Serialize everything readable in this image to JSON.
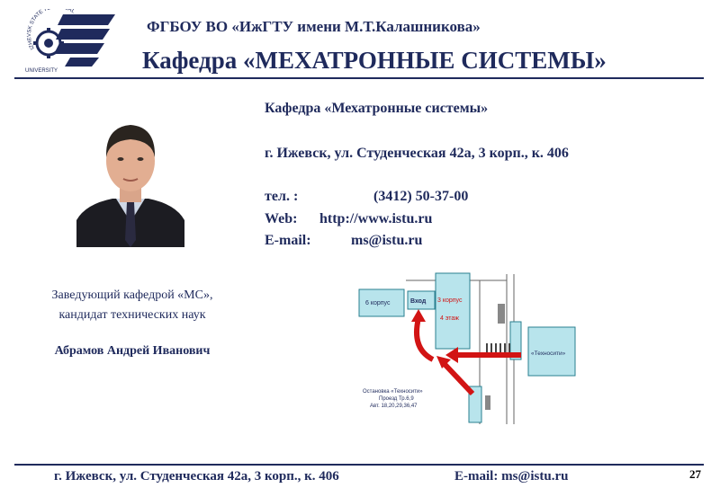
{
  "header": {
    "line1": "ФГБОУ ВО «ИжГТУ имени М.Т.Калашникова»",
    "line2": "Кафедра «МЕХАТРОННЫЕ СИСТЕМЫ»"
  },
  "logo": {
    "arc_text": "IZHEVSK STATE TECHNICAL",
    "bottom_text": "UNIVERSITY"
  },
  "contact": {
    "dept": "Кафедра «Мехатронные системы»",
    "address": "г. Ижевск, ул. Студенческая 42а, 3 корп., к. 406",
    "phone_label": "тел. :",
    "phone": "(3412) 50-37-00",
    "web_label": "Web:",
    "web": "http://www.istu.ru",
    "email_label": "E-mail:",
    "email": "ms@istu.ru"
  },
  "head": {
    "title_line1": "Заведующий кафедрой «МС»,",
    "title_line2": "кандидат технических наук",
    "name": "Абрамов Андрей Иванович"
  },
  "map": {
    "building6": "6 корпус",
    "entrance": "Вход",
    "building3": "3 корпус",
    "floor": "4 этаж",
    "technocity": "«Техносити»",
    "stop_line1": "Остановка «Техносити»",
    "stop_line2": "Проезд Тр.6,9",
    "stop_line3": "Авт. 18,20,29,36,47",
    "colors": {
      "building_fill": "#b8e4ec",
      "building_stroke": "#2a7f8f",
      "arrow": "#d21414"
    }
  },
  "footer": {
    "address": "г. Ижевск, ул. Студенческая 42а, 3 корп., к. 406",
    "email": "E-mail: ms@istu.ru",
    "page": "27"
  }
}
